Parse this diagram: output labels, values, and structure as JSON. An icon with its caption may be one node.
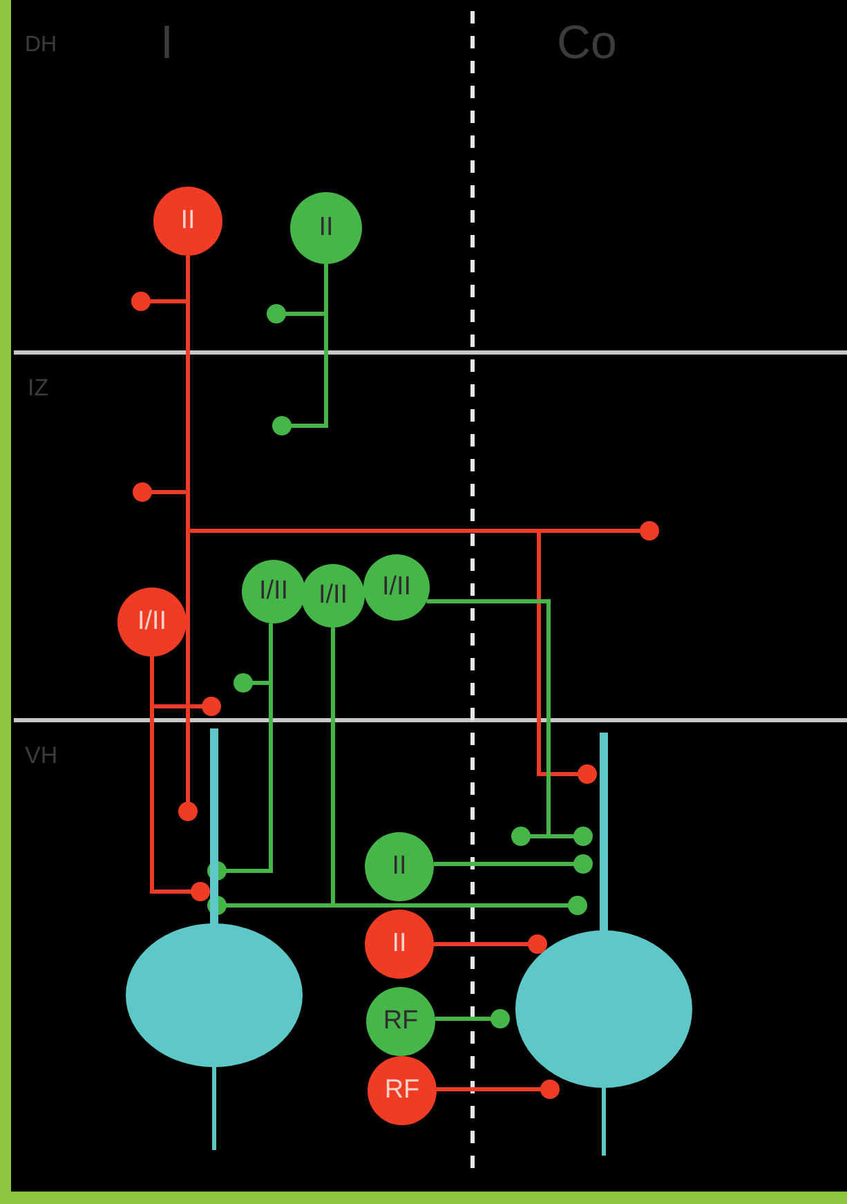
{
  "diagram": {
    "nodes": [
      {
        "text": [
          "II"
        ]
      },
      {
        "text": [
          "II"
        ]
      },
      {
        "text": [
          "I/II"
        ]
      },
      {
        "text": [
          "I/II"
        ]
      },
      {
        "text": [
          "I/II"
        ]
      },
      {
        "text": [
          "I/II"
        ]
      },
      {
        "text": [
          "II"
        ]
      },
      {
        "text": [
          "II"
        ]
      },
      {
        "text": [],
        "shape": "circle"
      },
      {
        "text": [],
        "shape": "circle"
      },
      {
        "text": [
          "RF"
        ]
      },
      {
        "text": [
          "RF"
        ]
      }
    ],
    "edges": [
      {
        "from": 0,
        "to": null,
        "arrow": "other",
        "color": "#f03c24"
      },
      {
        "from": 0,
        "to": null,
        "arrow": "other",
        "color": "#f03c24"
      },
      {
        "from": 0,
        "to": null,
        "arrow": "other",
        "color": "#f03c24"
      },
      {
        "from": 0,
        "to": 9,
        "arrow": "other",
        "color": "#f03c24"
      },
      {
        "from": 0,
        "to": 8,
        "arrow": "other",
        "color": "#f03c24"
      },
      {
        "from": 1,
        "to": null,
        "arrow": "other",
        "color": "#46b649"
      },
      {
        "from": 1,
        "to": null,
        "arrow": "other",
        "color": "#46b649"
      },
      {
        "from": 2,
        "to": 8,
        "arrow": "other",
        "color": "#46b649"
      },
      {
        "from": 2,
        "to": null,
        "arrow": "other",
        "color": "#46b649"
      },
      {
        "from": 3,
        "to": 8,
        "arrow": "other",
        "color": "#46b649"
      },
      {
        "from": 3,
        "to": 9,
        "arrow": "other",
        "color": "#46b649"
      },
      {
        "from": 4,
        "to": 9,
        "arrow": "other",
        "color": "#46b649"
      },
      {
        "from": 4,
        "to": 9,
        "arrow": "other",
        "color": "#46b649"
      },
      {
        "from": 5,
        "to": 8,
        "arrow": "other",
        "color": "#f03c24"
      },
      {
        "from": 5,
        "to": 8,
        "arrow": "other",
        "color": "#f03c24"
      },
      {
        "from": 6,
        "to": 9,
        "arrow": "other",
        "color": "#46b649"
      },
      {
        "from": 7,
        "to": 9,
        "arrow": "other",
        "color": "#f03c24"
      },
      {
        "from": 10,
        "to": 9,
        "arrow": "other",
        "color": "#46b649"
      },
      {
        "from": 11,
        "to": 9,
        "arrow": "other",
        "color": "#f03c24"
      }
    ],
    "labels": [
      "DH",
      "I",
      "Co",
      "IZ",
      "VH"
    ]
  }
}
